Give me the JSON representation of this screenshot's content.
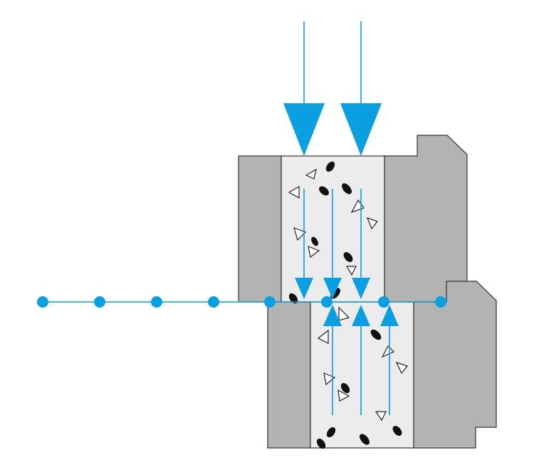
{
  "diagram": {
    "title": "",
    "colors": {
      "accent": "#0a9fe0",
      "block_fill": "#b3b3b3",
      "block_stroke": "#333333",
      "core_fill": "#ececec",
      "particle": "#111111",
      "background": "#ffffff"
    },
    "structure": {
      "upper_block": "upper-block",
      "lower_block": "lower-block",
      "upper_core": "upper-core",
      "lower_core": "lower-core",
      "node_count": 8,
      "downward_arrow_count": 2,
      "upper_flow_line_count": 3,
      "lower_flow_line_count": 3
    }
  }
}
